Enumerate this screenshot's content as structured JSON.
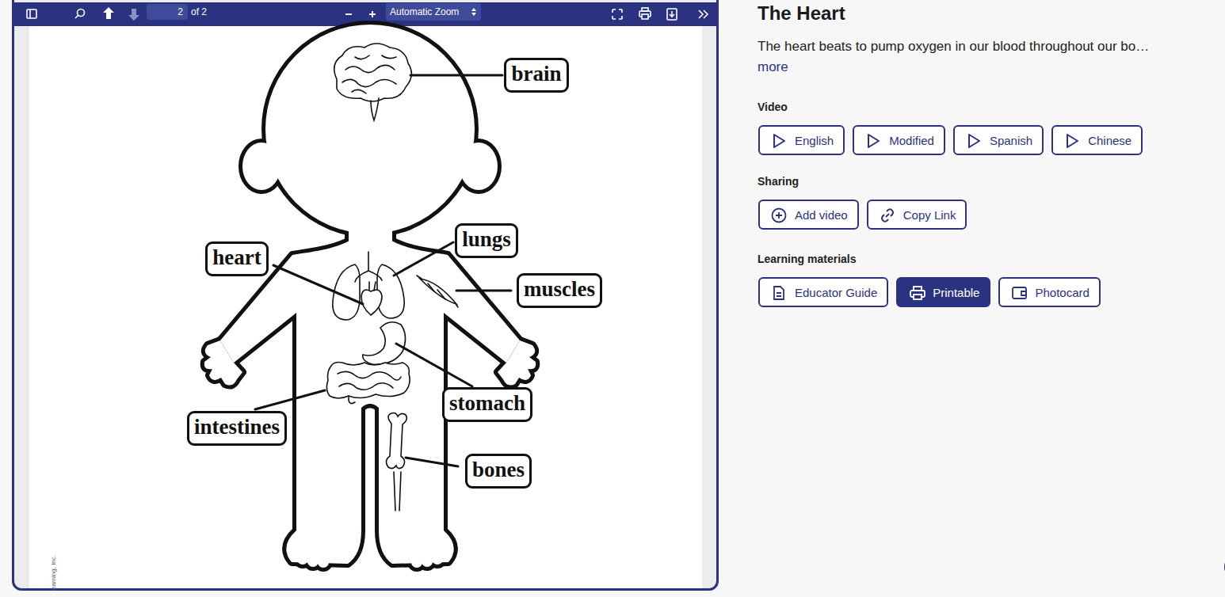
{
  "diagram": {
    "title": "The Heart",
    "nodes": [
      {
        "text": [
          "2"
        ]
      },
      {
        "text": [
          "Automatic Zoom"
        ]
      },
      {
        "text": [
          "brain"
        ]
      },
      {
        "text": [
          "lungs"
        ]
      },
      {
        "text": [
          "heart"
        ]
      },
      {
        "text": [
          "muscles"
        ]
      },
      {
        "text": [
          "stomach"
        ]
      },
      {
        "text": [
          "intestines"
        ]
      },
      {
        "text": [
          "bones"
        ]
      },
      {
        "text": [
          "English"
        ]
      },
      {
        "text": [
          "Modified"
        ]
      },
      {
        "text": [
          "Spanish"
        ]
      },
      {
        "text": [
          "Chinese"
        ]
      },
      {
        "text": [
          "Add video"
        ]
      },
      {
        "text": [
          "Copy Link"
        ]
      },
      {
        "text": [
          "Educator Guide"
        ]
      },
      {
        "text": [
          "Printable"
        ]
      },
      {
        "text": [
          "Photocard"
        ]
      }
    ],
    "labels": [
      "of 2",
      "The heart beats to pump oxygen in our blood throughout our bo…",
      "more",
      "Video",
      "Sharing",
      "Learning materials",
      "earning, Inc."
    ]
  }
}
